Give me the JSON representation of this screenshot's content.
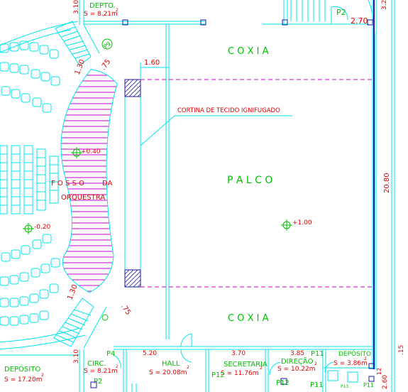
{
  "labels": {
    "coxia_top": "C O X I A",
    "coxia_bottom": "C O X I A",
    "palco": "P A L C O",
    "fosso": "F O S S O",
    "da": "DA",
    "orquestra": "ORQUESTRA",
    "cortina": "CORTINA DE TECIDO IGNIFUGADO",
    "depto_top": "DEPTO.",
    "depto_top_area": "S = 8.21m",
    "circ": "CIRC.",
    "circ_area": "S = 8.21m",
    "deposito_left": "DEPÓSITO",
    "deposito_left_area": "S = 17.20m",
    "hall": "HALL",
    "hall_area": "S = 20.08m",
    "secretaria": "SECRETARIA",
    "secretaria_area": "S = 11.76m",
    "direcao": "DIREÇÃO",
    "direcao_area": "S = 10.22m",
    "deposito_right": "DEPÓSITO",
    "deposito_right_area": "S = 3.86m",
    "sq": "2"
  },
  "levels": {
    "fosso": "+0.40",
    "audience": "-0.20",
    "palco": "+1.00"
  },
  "dimensions": {
    "d160": "1.60",
    "d130_top": "1.30",
    "d75_top": ".75",
    "d130_bottom": "1.30",
    "d75_bottom": ".75",
    "d270": "2.70",
    "d2080": "20.80",
    "d310_top": "3.10",
    "d310_bottom": "3.10",
    "d520": "5.20",
    "d370": "3.70",
    "d385": "3.85",
    "d320": "3.20",
    "d260": "2.60",
    "d15": ".15",
    "d12": "12"
  },
  "doors": {
    "p2_top": "P2",
    "p9": "P9",
    "p4": "P4",
    "p2_bottom": "P2",
    "p12_a": "P12",
    "p12_b": "P12",
    "p11_a": "P11",
    "p11_b": "P11",
    "p11_c": "P11",
    "p13": "P13"
  },
  "colors": {
    "background": "#ffffff",
    "walls": "#00e5ee",
    "text_green": "#00c000",
    "text_red": "#e00000",
    "hatch": "#cc00cc",
    "wall_dark": "#1a1aa0"
  }
}
